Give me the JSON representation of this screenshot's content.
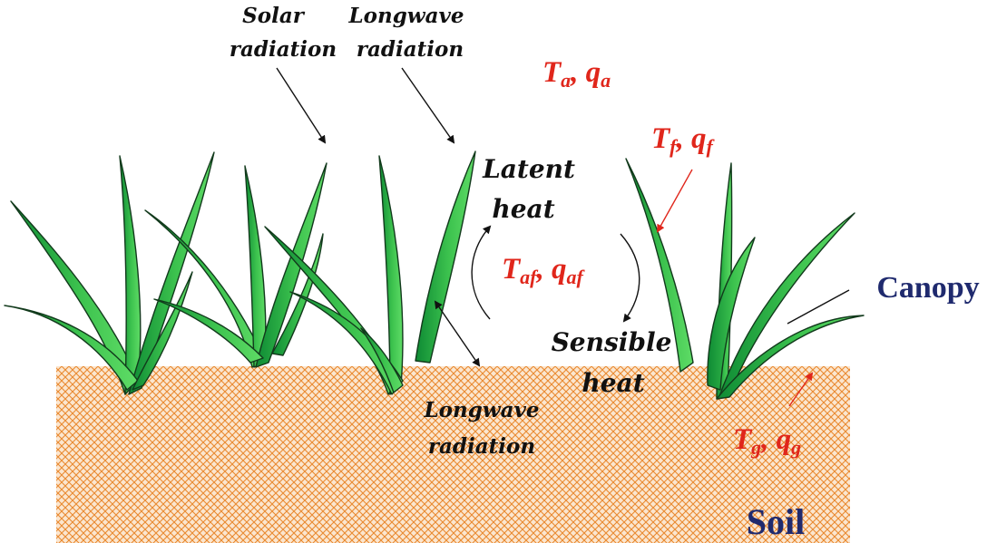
{
  "colors": {
    "label": "#111111",
    "variable": "#e0261b",
    "layer": "#1f2a6e",
    "soil": "#e9892f",
    "soil_bg": "#fbe6cf",
    "leaf_dark": "#0e8a34",
    "leaf_light": "#4ed35a",
    "leaf_outline": "#123a1c"
  },
  "labels": {
    "solar_1": "Solar",
    "solar_2": "radiation",
    "longwave_top_1": "Longwave",
    "longwave_top_2": "radiation",
    "latent_1": "Latent",
    "latent_2": "heat",
    "sensible_1": "Sensible",
    "sensible_2": "heat",
    "longwave_bottom_1": "Longwave",
    "longwave_bottom_2": "radiation",
    "canopy": "Canopy",
    "soil": "Soil"
  },
  "variables": {
    "air": {
      "T": "T",
      "T_sub": "a",
      "q": "q",
      "q_sub": "a"
    },
    "foliage": {
      "T": "T",
      "T_sub": "f",
      "q": "q",
      "q_sub": "f"
    },
    "canopy_air": {
      "T": "T",
      "T_sub": "af",
      "q": "q",
      "q_sub": "af"
    },
    "ground": {
      "T": "T",
      "T_sub": "g",
      "q": "q",
      "q_sub": "g"
    },
    "separator": ", "
  }
}
